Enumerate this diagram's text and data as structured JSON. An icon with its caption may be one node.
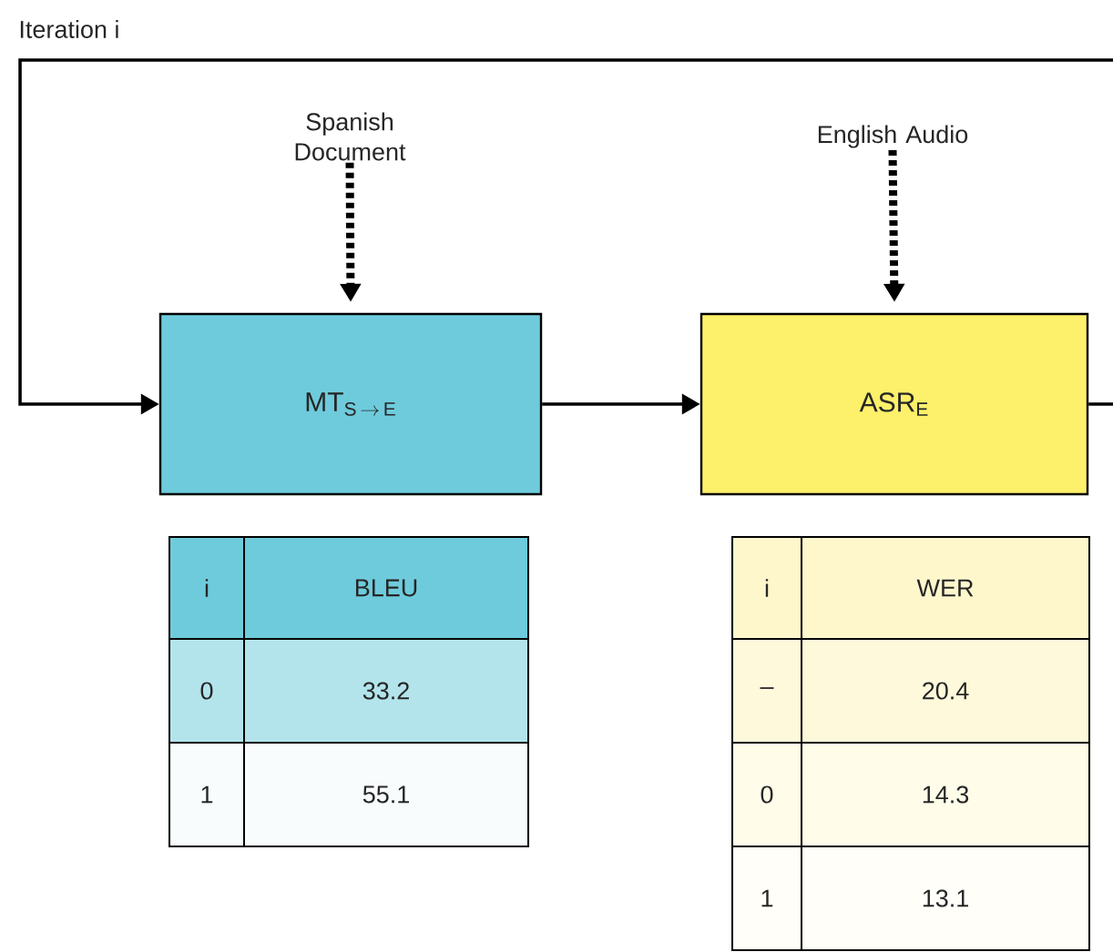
{
  "diagram": {
    "nodes": [
      {
        "text": [
          "Spanish Document"
        ]
      },
      {
        "text": [
          "English Audio"
        ]
      },
      {
        "text": [
          "\\mathrm{MT}_{\\mathrm{S}\\,\\rightarrow\\,\\mathrm{E}}"
        ]
      },
      {
        "text": [
          "\\mathrm{ASR}_{\\mathrm{E}}"
        ]
      }
    ],
    "edges": [
      {
        "from": 0,
        "to": 2,
        "arrow": "to",
        "style": "dashed"
      },
      {
        "from": 1,
        "to": 3,
        "arrow": "to",
        "style": "dashed"
      },
      {
        "from": 2,
        "to": 3,
        "arrow": "to"
      },
      {
        "from": 3,
        "to": null,
        "arrow": "none"
      },
      {
        "from": null,
        "to": 2,
        "arrow": "to"
      }
    ],
    "labels": [
      "Iteration i",
      "i",
      "BLEU",
      "0",
      "33.2",
      "1",
      "55.1",
      "i",
      "WER",
      "–",
      "20.4",
      "0",
      "14.3",
      "1",
      "13.1"
    ]
  }
}
